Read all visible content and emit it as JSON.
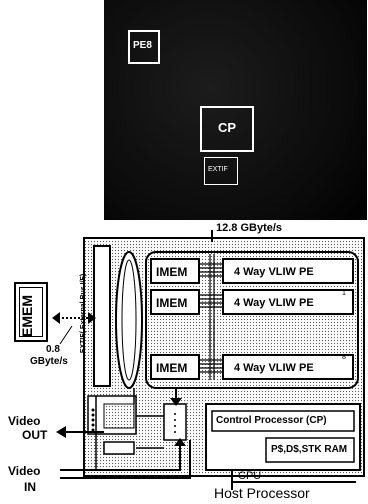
{
  "die_photo": {
    "pe_label": "PE8",
    "cp_label": "CP",
    "extif_label": "EXTIF"
  },
  "diagram": {
    "bandwidth_top": "12.8 GByte/s",
    "emem": "EMEM",
    "bandwidth_left_value": "0.8",
    "bandwidth_left_unit": "GByte/s",
    "extif_vertical": "EXTIF( External Bus I/F)",
    "pe_rows": [
      {
        "imem": "IMEM",
        "pe": "4 Way VLIW PE",
        "mark": ""
      },
      {
        "imem": "IMEM",
        "pe": "4 Way VLIW PE",
        "mark": "1"
      },
      {
        "imem": "IMEM",
        "pe": "4 Way VLIW PE",
        "mark": "8"
      }
    ],
    "control_processor": "Control Processor (CP)",
    "ram": "P$,D$,STK RAM",
    "cpu": "CPU",
    "host": "Host Processor",
    "video_out": [
      "Video",
      "OUT"
    ],
    "video_in": [
      "Video",
      "IN"
    ]
  }
}
